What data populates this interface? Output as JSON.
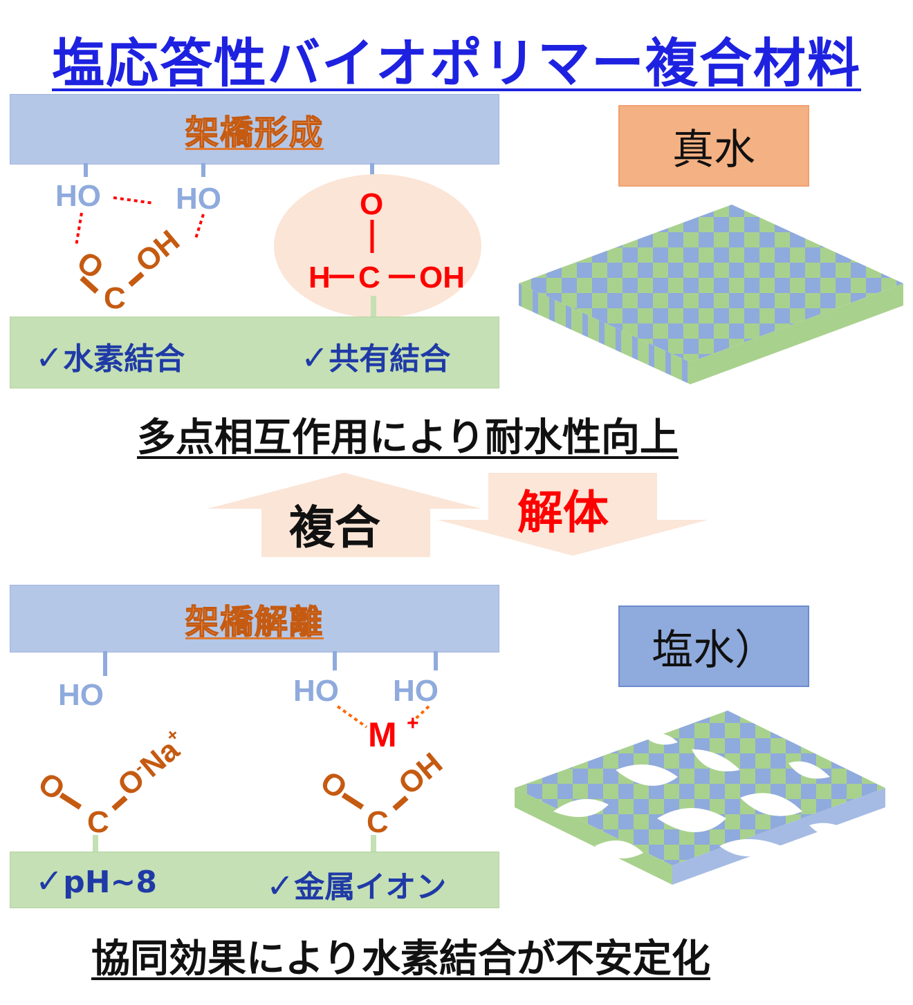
{
  "title": "塩応答性バイオポリマー複合材料",
  "top_panel": {
    "bar_label": "架橋形成",
    "pure_water_label": "真水",
    "chemistry": {
      "ho_left": "HO",
      "ho_right": "HO",
      "carboxyl_o": "O",
      "carboxyl_c": "C",
      "carboxyl_oh": "OH",
      "formate_o": "O",
      "formate_h": "H",
      "formate_c": "C",
      "formate_oh": "OH"
    },
    "checks": [
      "水素結合",
      "共有結合"
    ],
    "statement": "多点相互作用により耐水性向上"
  },
  "arrows": {
    "compose_label": "複合",
    "decompose_label": "解体"
  },
  "bottom_panel": {
    "bar_label": "架橋解離",
    "salt_water_label": "塩水）",
    "chemistry": {
      "ho_left": "HO",
      "ho_mid": "HO",
      "ho_right": "HO",
      "metal_ion": "M",
      "metal_charge": "+",
      "salt_o": "O",
      "salt_c": "C",
      "salt_ona": "O",
      "salt_minus": "-",
      "salt_na": "Na",
      "salt_plus": "+",
      "acid_o": "O",
      "acid_c": "C",
      "acid_oh": "OH"
    },
    "checks": [
      "pH~8",
      "金属イオン"
    ],
    "statement": "協同効果により水素結合が不安定化"
  },
  "colors": {
    "title_blue": "#1e22e0",
    "bar_blue": "#b4c7e7",
    "bar_green": "#c5e0b4",
    "ho_blue": "#8faadc",
    "orange_chem": "#c55a11",
    "red": "#ff0000",
    "formate_bubble": "#fbe5d6",
    "check_navy": "#1f3aa6",
    "arrow_fill": "#fbe5d6"
  }
}
